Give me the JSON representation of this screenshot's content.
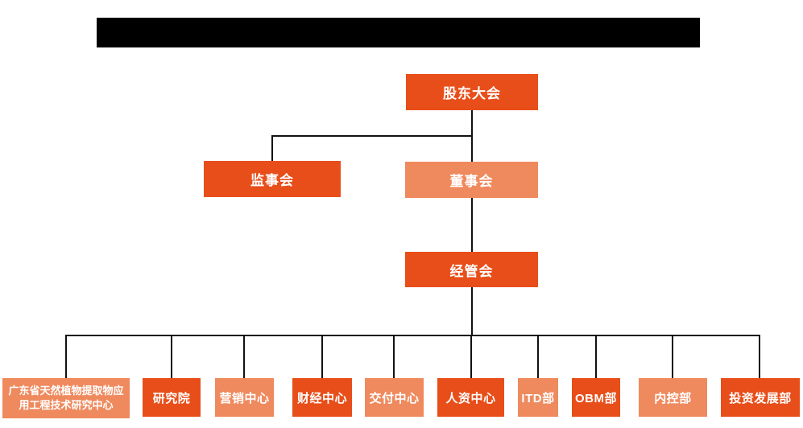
{
  "colors": {
    "primary": "#e84e1a",
    "secondary": "#ef8a5e",
    "line": "#111111",
    "redaction": "#000000"
  },
  "nodes": {
    "shareholders": {
      "label": "股东大会"
    },
    "supervisory": {
      "label": "监事会"
    },
    "board": {
      "label": "董事会"
    },
    "management": {
      "label": "经管会"
    },
    "departments": [
      {
        "label": "广东省天然植物提取物应用工程技术研究中心",
        "variant": "light"
      },
      {
        "label": "研究院",
        "variant": "dark"
      },
      {
        "label": "营销中心",
        "variant": "light"
      },
      {
        "label": "财经中心",
        "variant": "dark"
      },
      {
        "label": "交付中心",
        "variant": "light"
      },
      {
        "label": "人资中心",
        "variant": "dark"
      },
      {
        "label": "ITD部",
        "variant": "light"
      },
      {
        "label": "OBM部",
        "variant": "dark"
      },
      {
        "label": "内控部",
        "variant": "light"
      },
      {
        "label": "投资发展部",
        "variant": "dark"
      }
    ]
  }
}
